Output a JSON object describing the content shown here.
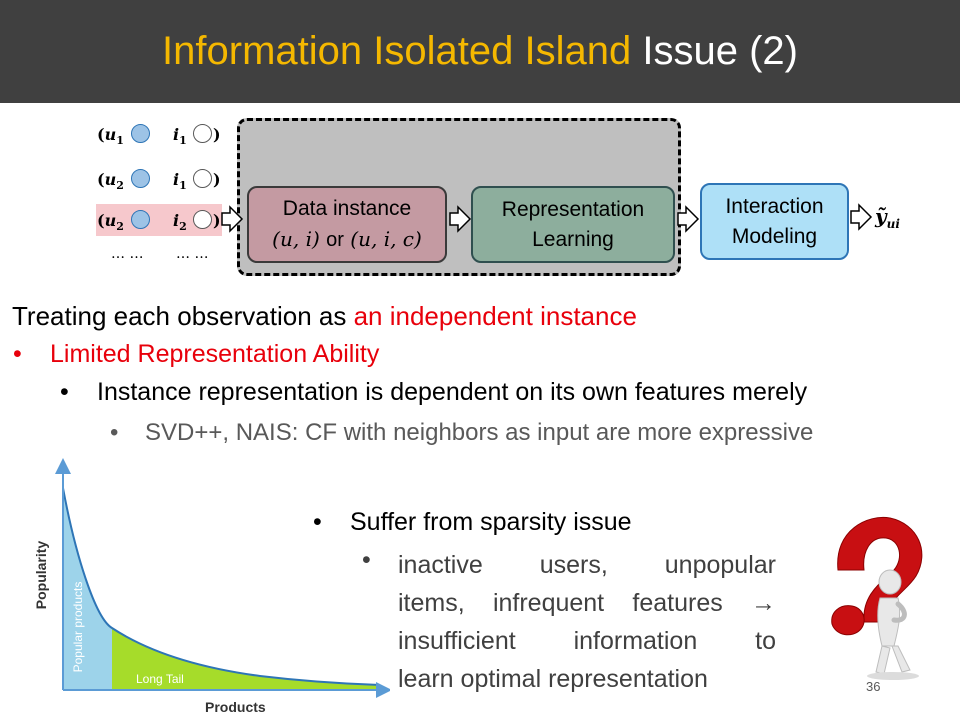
{
  "title": {
    "accent": "Information Isolated Island",
    "rest": "Issue (2)"
  },
  "diagram": {
    "rows": [
      {
        "user": "u",
        "user_sub": "1",
        "item": "i",
        "item_sub": "1"
      },
      {
        "user": "u",
        "user_sub": "2",
        "item": "i",
        "item_sub": "1"
      },
      {
        "user": "u",
        "user_sub": "2",
        "item": "i",
        "item_sub": "2"
      }
    ],
    "ellipsis_left": "… …",
    "ellipsis_right": "… …",
    "data_instance": {
      "line1": "Data instance",
      "math1": "(u, i)",
      "or": "or",
      "math2": "(u, i, c)"
    },
    "representation": {
      "line1": "Representation",
      "line2": "Learning"
    },
    "interaction": {
      "line1": "Interaction",
      "line2": "Modeling"
    },
    "output": {
      "symbol": "ỹ",
      "sub": "ui"
    }
  },
  "bullets": {
    "line1_prefix": "Treating each observation as ",
    "line1_highlight": "an independent instance",
    "line2": "Limited Representation Ability",
    "line3": "Instance representation is dependent on its own features merely",
    "line4": "SVD++, NAIS: CF with neighbors as input are more expressive",
    "bullet_char": "•"
  },
  "longtail_chart": {
    "xlabel": "Products",
    "ylabel": "Popularity",
    "head_label": "Popular products",
    "tail_label": "Long Tail",
    "head_color": "#9dd3ea",
    "tail_color": "#a6dc2a"
  },
  "sparsity": {
    "title": "Suffer from sparsity issue",
    "detail_lines": [
      "inactive users, unpopular",
      "items, infrequent features →",
      "insufficient information to",
      "learn optimal representation"
    ]
  },
  "page_number": "36",
  "colors": {
    "accent": "#f5b800",
    "red": "#e8000b"
  }
}
